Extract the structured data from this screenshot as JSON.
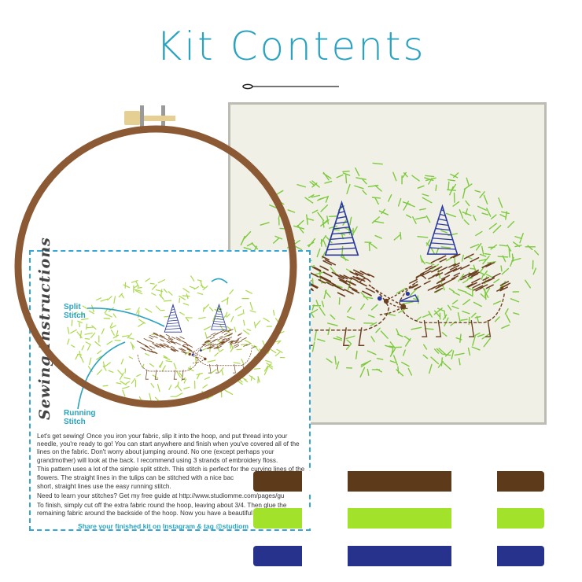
{
  "header": {
    "title": "Kit Contents"
  },
  "instructions": {
    "heading": "Sewing Instructions",
    "labels": {
      "split_stitch": [
        "Split",
        "Stitch"
      ],
      "running_stitch": [
        "Running",
        "Stitch"
      ]
    },
    "paragraphs": [
      "Let's get sewing! Once you iron your fabric, slip it into the hoop, and put thread into your needle, you're ready to go! You can start anywhere and finish when you've covered all of the lines on the fabric. Don't worry about jumping around. No one (except perhaps your grandmother) will look at the back. I recommend using 3 strands of embroidery floss.",
      "This pattern uses a lot of the simple split stitch. This stitch is perfect for the curving lines of the flowers. The straight lines in the tulips can be stitched with a nice bac",
      "short, straight lines use the easy running stitch.",
      "Need to learn your stitches? Get my free guide at http://www.studiomme.com/pages/gu",
      "To finish, simply cut off the extra fabric round the hoop, leaving about 3/4. Then glue the remaining fabric around the backside of the hoop. Now you have a beautiful piece of art"
    ],
    "share": "Share your finished kit on Instagram & tag @studiom"
  },
  "colors": {
    "title": "#2aa3c0",
    "hoop": "#8b5a34",
    "brown_floss": "#5c3a1a",
    "green_floss": "#a2e22a",
    "blue_floss": "#26328c",
    "accent_blue": "#35a6d8"
  },
  "icons": [
    "needle-icon",
    "embroidery-hoop-icon",
    "hedgehog-pattern-icon",
    "party-hat-icon",
    "embroidery-floss-icon"
  ]
}
